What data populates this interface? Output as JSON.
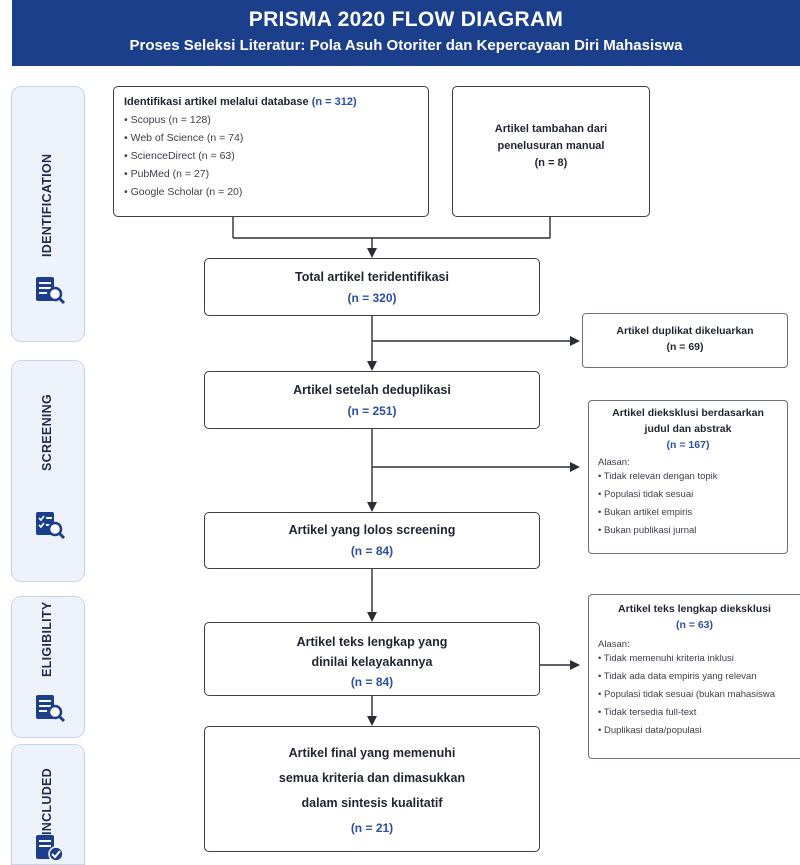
{
  "header": {
    "title": "PRISMA 2020 FLOW DIAGRAM",
    "subtitle": "Proses Seleksi Literatur: Pola Asuh Otoriter dan Kepercayaan Diri Mahasiswa"
  },
  "stages": {
    "identification": "IDENTIFICATION",
    "screening": "SCREENING",
    "eligibility": "ELIGIBILITY",
    "included": "INCLUDED"
  },
  "identification": {
    "database_title": "Identifikasi artikel melalui database",
    "database_n": "(n = 312)",
    "sources": [
      "Scopus (n = 128)",
      "Web of Science (n = 74)",
      "ScienceDirect (n = 63)",
      "PubMed (n = 27)",
      "Google Scholar (n = 20)"
    ],
    "manual_line1": "Artikel tambahan dari",
    "manual_line2": "penelusuran manual",
    "manual_n": "(n = 8)"
  },
  "total": {
    "title": "Total artikel teridentifikasi",
    "n": "(n = 320)"
  },
  "duplicates": {
    "title": "Artikel duplikat dikeluarkan",
    "n": "(n = 69)"
  },
  "dedup": {
    "title": "Artikel setelah deduplikasi",
    "n": "(n = 251)"
  },
  "excluded_screening": {
    "title_line1": "Artikel dieksklusi berdasarkan",
    "title_line2": "judul dan abstrak",
    "n": "(n = 167)",
    "reason_label": "Alasan:",
    "reasons": [
      "Tidak relevan dengan topik",
      "Populasi tidak sesuai",
      "Bukan artikel empiris",
      "Bukan publikasi jurnal"
    ]
  },
  "screened": {
    "title": "Artikel yang lolos screening",
    "n": "(n = 84)"
  },
  "fulltext": {
    "title_line1": "Artikel teks lengkap yang",
    "title_line2": "dinilai kelayakannya",
    "n": "(n = 84)"
  },
  "excluded_fulltext": {
    "title": "Artikel teks lengkap dieksklusi",
    "n": "(n = 63)",
    "reason_label": "Alasan:",
    "reasons": [
      "Tidak memenuhi kriteria inklusi",
      "Tidak ada data empiris yang relevan",
      "Populasi tidak sesuai (bukan mahasiswa",
      "Tidak tersedia full-text",
      "Duplikasi data/populasi"
    ]
  },
  "included": {
    "line1": "Artikel final yang memenuhi",
    "line2": "semua kriteria dan dimasukkan",
    "line3": "dalam sintesis kualitatif",
    "n": "(n = 21)"
  },
  "icons": {
    "identification": "document-search-icon",
    "screening": "checklist-search-icon",
    "eligibility": "document-search-icon",
    "included": "document-check-icon"
  },
  "colors": {
    "header": "#1c3f8c",
    "accent_number": "#2a4fa3",
    "stage_bg": "#eef2fa"
  }
}
